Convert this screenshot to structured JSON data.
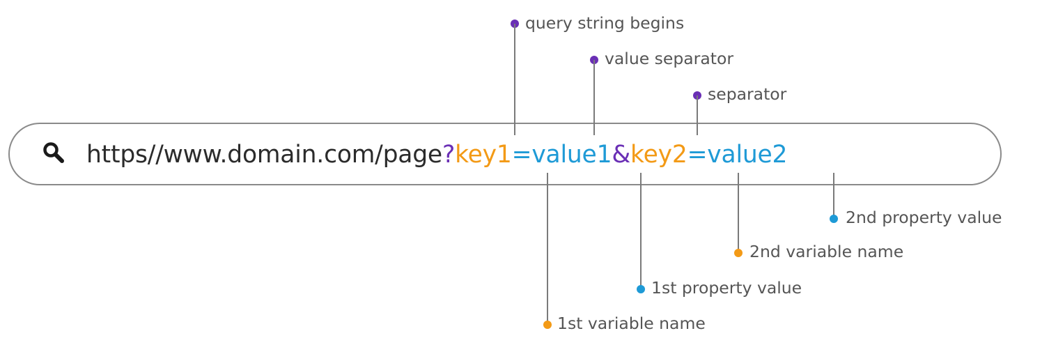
{
  "colors": {
    "separator": "#6a2fb5",
    "key": "#f39a16",
    "value": "#1e9ad6",
    "base_text": "#2b2b2b",
    "label_text": "#555555",
    "line": "#7a7a7a",
    "border": "#8a8a8a"
  },
  "url_bar": {
    "icon": "search-icon",
    "base": "https//www.domain.com/page",
    "query_start": "?",
    "key1": "key1",
    "eq1": "=",
    "value1": "value1",
    "amp": "&",
    "key2": "key2",
    "eq2": "=",
    "value2": "value2"
  },
  "annotations": {
    "top": [
      {
        "label": "query string begins",
        "points_to": "query_start",
        "dot_color": "separator"
      },
      {
        "label": "value separator",
        "points_to": "eq1",
        "dot_color": "separator"
      },
      {
        "label": "separator",
        "points_to": "amp",
        "dot_color": "separator"
      }
    ],
    "bottom": [
      {
        "label": "2nd property value",
        "points_to": "value2",
        "dot_color": "value"
      },
      {
        "label": "2nd variable name",
        "points_to": "key2",
        "dot_color": "key"
      },
      {
        "label": "1st property value",
        "points_to": "value1",
        "dot_color": "value"
      },
      {
        "label": "1st variable name",
        "points_to": "key1",
        "dot_color": "key"
      }
    ]
  }
}
